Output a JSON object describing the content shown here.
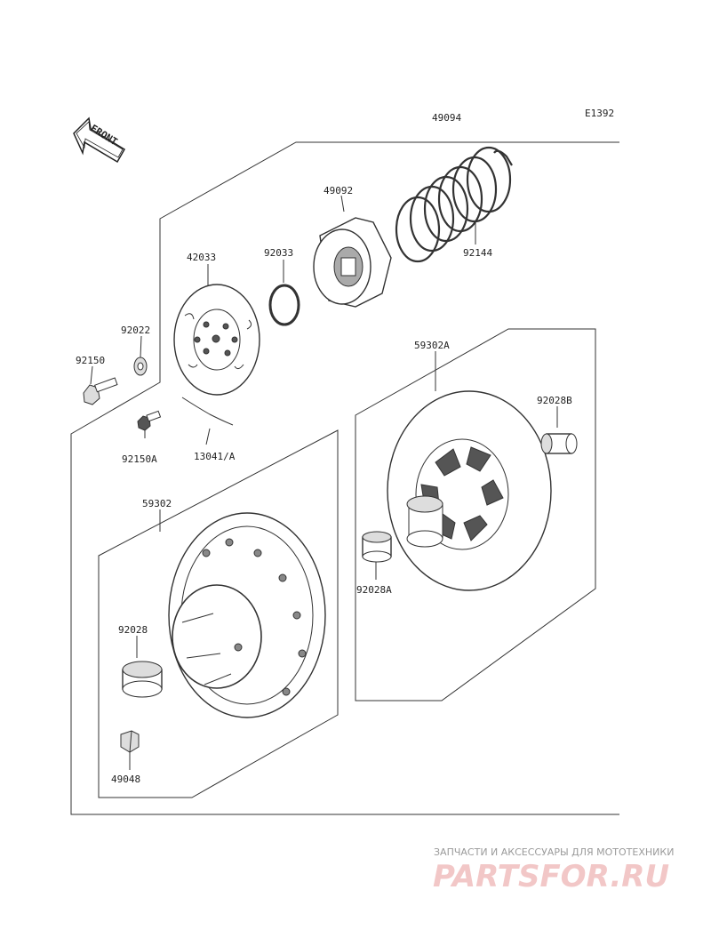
{
  "diagram_code": "E1392",
  "front_arrow_label": "FRONT",
  "parts": {
    "p49094": "49094",
    "p49092": "49092",
    "p92144": "92144",
    "p42033": "42033",
    "p92033": "92033",
    "p92022": "92022",
    "p92150": "92150",
    "p92150A": "92150A",
    "p13041A": "13041/A",
    "p59302A": "59302A",
    "p92028B": "92028B",
    "p92028A": "92028A",
    "p59302": "59302",
    "p92028": "92028",
    "p49048": "49048"
  },
  "watermark": {
    "caption": "ЗАПЧАСТИ И АКСЕССУАРЫ ДЛЯ МОТОТЕХНИКИ",
    "logo": "PARTSFOR.RU"
  }
}
